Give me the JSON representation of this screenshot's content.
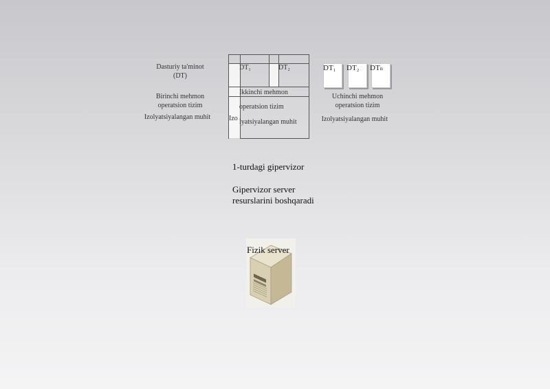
{
  "left": {
    "software_label_line1": "Dasturiy ta'minot",
    "software_label_line2": "(DT)",
    "guest_os_line1": "Birinchi mehmon",
    "guest_os_line2": "operatsion tizim",
    "isolated_env": "Izolyatsiyalangan muhit"
  },
  "center": {
    "dt_a": "DT₁",
    "dt_b": "DT₂",
    "guest_os_line1": "Ikkinchi mehmon",
    "guest_os_line2": "operatsion tizim",
    "iso_prefix": "Izo",
    "iso_rest": "lyatsiyalangan muhit"
  },
  "right": {
    "dt_items": [
      "DT₁",
      "DT₂",
      "DTₙ"
    ],
    "guest_os_line1": "Uchinchi mehmon",
    "guest_os_line2": "operatsion tizim",
    "isolated_env": "Izolyatsiyalangan muhit"
  },
  "hypervisor": {
    "title": "1-turdagi gipervizor",
    "desc_line1": "Gipervizor server",
    "desc_line2": "resurslarini boshqaradi"
  },
  "server": {
    "label": "Fizik server"
  }
}
